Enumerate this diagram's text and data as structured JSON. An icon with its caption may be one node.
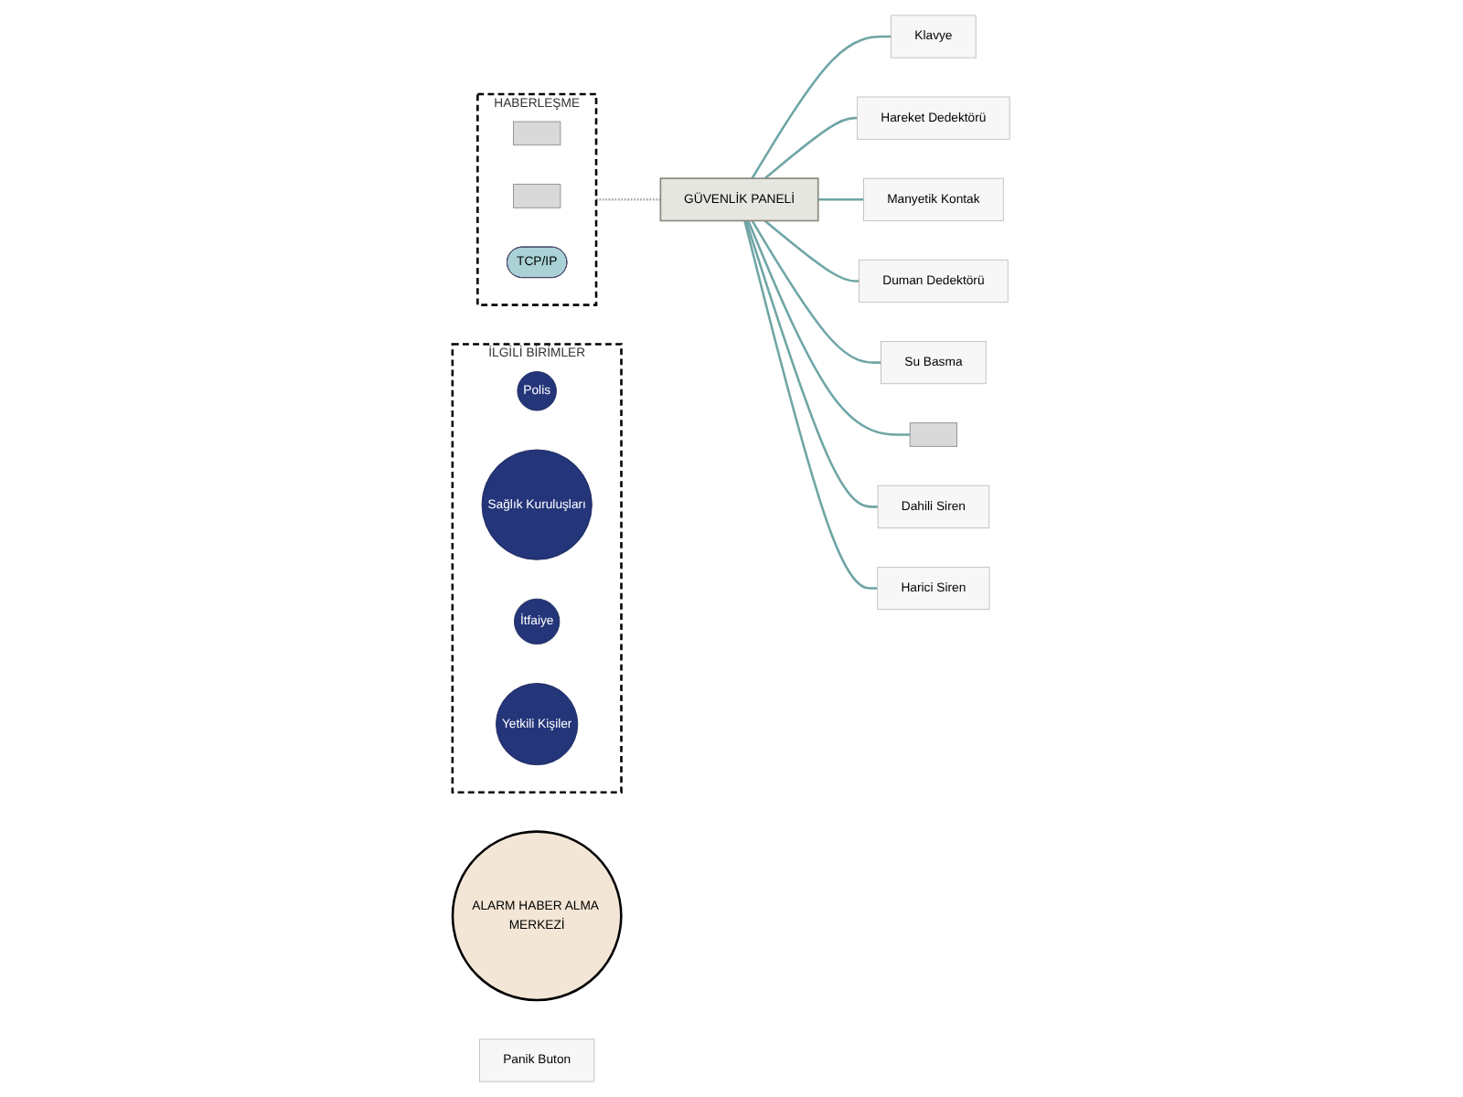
{
  "diagram": {
    "nodes": [
      {
        "text": [
          "GÜVENLİK PANELİ"
        ]
      },
      {
        "text": [
          "İLGİLİ BİRİMLER"
        ]
      },
      {
        "text": [
          "Polis"
        ],
        "in": 1
      },
      {
        "text": [
          "Sağlık Kuruluşları"
        ],
        "in": 1
      },
      {
        "text": [
          "İtfaiye"
        ],
        "in": 1
      },
      {
        "text": [
          "Yetkili Kişiler"
        ],
        "in": 1
      },
      {
        "text": [
          "ALARM HABER ALMA MERKEZİ"
        ]
      },
      {
        "text": [
          "HABERLEŞME"
        ]
      },
      {
        "text": [],
        "shape": "box",
        "in": 7
      },
      {
        "text": [],
        "shape": "box",
        "in": 7
      },
      {
        "text": [
          "TCP/IP"
        ],
        "in": 7
      },
      {
        "text": [
          "Klavye"
        ]
      },
      {
        "text": [
          "Hareket Dedektörü"
        ]
      },
      {
        "text": [
          "Manyetik Kontak"
        ]
      },
      {
        "text": [
          "Duman Dedektörü"
        ]
      },
      {
        "text": [
          "Su Basma"
        ]
      },
      {
        "text": [],
        "shape": "box"
      },
      {
        "text": [
          "Panik Buton"
        ]
      },
      {
        "text": [
          "Dahili Siren"
        ]
      },
      {
        "text": [
          "Harici Siren"
        ]
      }
    ],
    "edges": [
      {
        "from": 0,
        "to": 11,
        "arrow": "none"
      },
      {
        "from": 0,
        "to": 12,
        "arrow": "none"
      },
      {
        "from": 0,
        "to": 13,
        "arrow": "none"
      },
      {
        "from": 0,
        "to": 14,
        "arrow": "none"
      },
      {
        "from": 0,
        "to": 15,
        "arrow": "none"
      },
      {
        "from": 0,
        "to": 16,
        "arrow": "none"
      },
      {
        "from": 0,
        "to": 18,
        "arrow": "none"
      },
      {
        "from": 0,
        "to": 19,
        "arrow": "none"
      },
      {
        "from": 7,
        "to": 0,
        "arrow": "none",
        "style": "dashed",
        "color": "#a6a6a6"
      }
    ]
  }
}
